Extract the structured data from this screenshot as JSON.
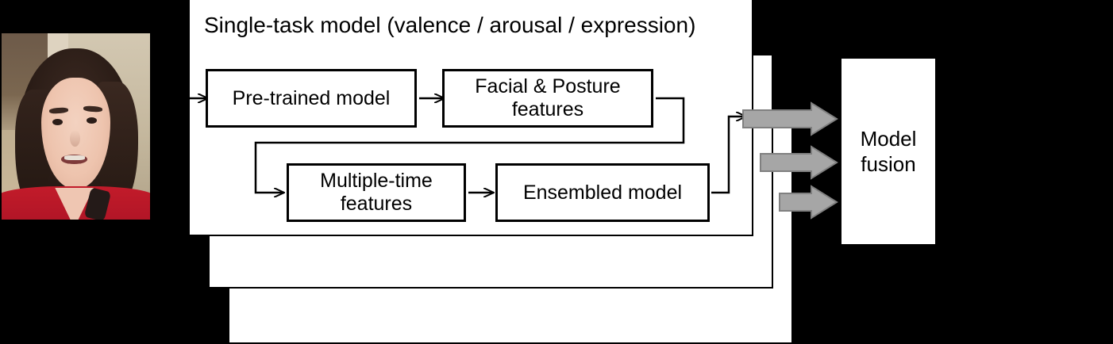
{
  "diagram": {
    "title_note": "Multi-task affect recognition pipeline",
    "background_color": "#000000",
    "panel_color": "#ffffff",
    "arrow_color": "#a6a6a6",
    "line_color": "#000000"
  },
  "input": {
    "label": "face-image-thumbnail",
    "description": "Photograph of a smiling person in a red top"
  },
  "panels": {
    "title": "Single-task model (valence / arousal / expression)",
    "count": 3
  },
  "boxes": {
    "pretrained": "Pre-trained model",
    "facial_posture": "Facial & Posture\nfeatures",
    "facial_posture_line1": "Facial & Posture",
    "facial_posture_line2": "features",
    "multiple_time": "Multiple-time\nfeatures",
    "multiple_time_line1": "Multiple-time",
    "multiple_time_line2": "features",
    "ensembled": "Ensembled model"
  },
  "fusion": {
    "line1": "Model",
    "line2": "fusion"
  },
  "arrows": {
    "count": 3,
    "style": "block-arrow",
    "color": "#a6a6a6"
  }
}
